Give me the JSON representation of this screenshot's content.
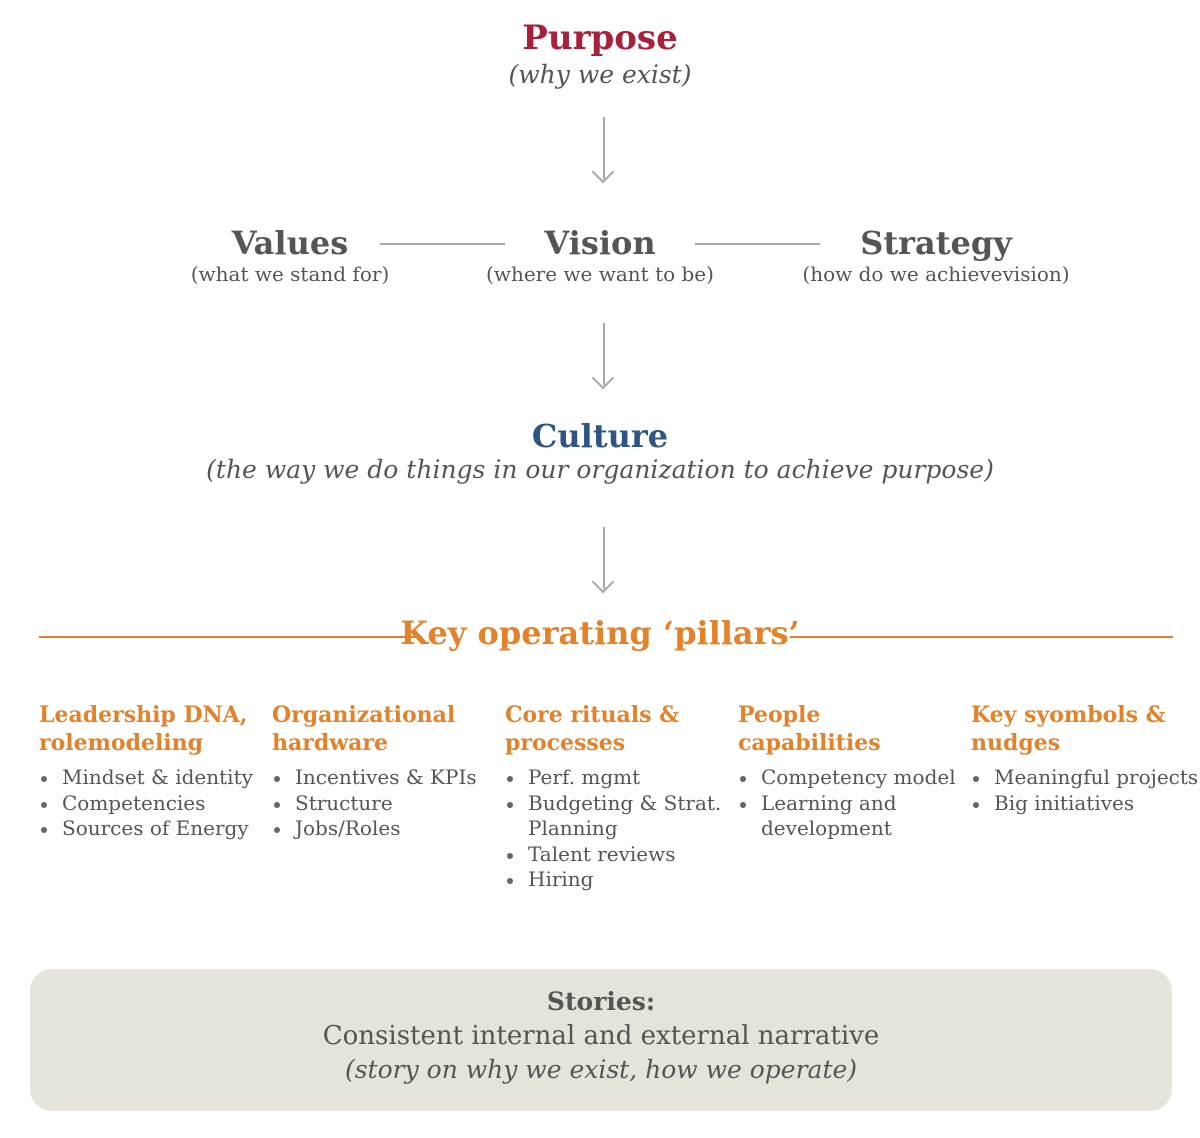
{
  "purpose": {
    "title": "Purpose",
    "subtitle": "(why we exist)"
  },
  "values": {
    "title": "Values",
    "subtitle": "(what we stand for)"
  },
  "vision": {
    "title": "Vision",
    "subtitle": "(where we want to be)"
  },
  "strategy": {
    "title": "Strategy",
    "subtitle": "(how do we achievevision)"
  },
  "culture": {
    "title": "Culture",
    "subtitle": "(the way we do things in our organization to achieve purpose)"
  },
  "pillars": {
    "title": "Key operating ‘pillars’",
    "columns": [
      {
        "title": "Leadership DNA, rolemodeling",
        "items": [
          "Mindset & identity",
          "Competencies",
          "Sources of Energy"
        ]
      },
      {
        "title": "Organizational hardware",
        "items": [
          "Incentives & KPIs",
          "Structure",
          "Jobs/Roles"
        ]
      },
      {
        "title": "Core rituals & processes",
        "items": [
          "Perf. mgmt",
          "Budgeting & Strat. Planning",
          "Talent reviews",
          "Hiring"
        ]
      },
      {
        "title": "People capabilities",
        "items": [
          "Competency model",
          "Learning and development"
        ]
      },
      {
        "title": "Key syombols & nudges",
        "items": [
          "Meaningful projects",
          "Big initiatives"
        ]
      }
    ]
  },
  "stories": {
    "title": "Stories:",
    "line": "Consistent internal and external narrative",
    "subtitle": "(story on why we exist, how we operate)"
  },
  "colors": {
    "purpose": "#a8213a",
    "culture": "#2e5584",
    "pillars": "#e3822b",
    "connector": "#a8a8a8",
    "stories_bg": "#e6e3da"
  }
}
